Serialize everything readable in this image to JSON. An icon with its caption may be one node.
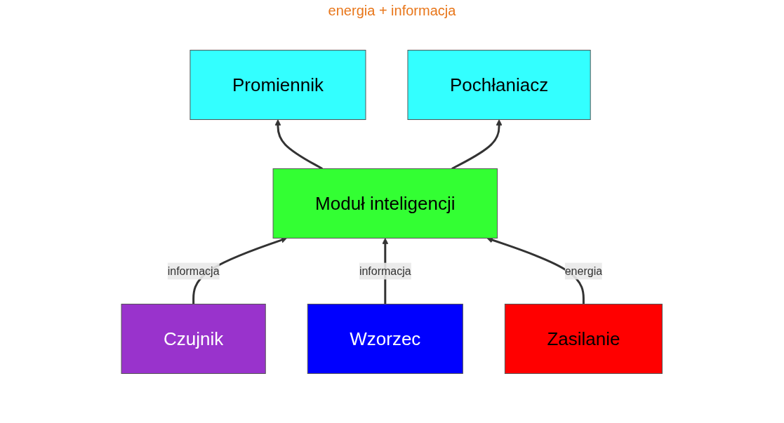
{
  "diagram": {
    "nodes": [
      {
        "text": [
          "Promiennik"
        ]
      },
      {
        "text": [
          "Pochłaniacz"
        ]
      },
      {
        "text": [
          "Czujnik"
        ]
      },
      {
        "text": [
          "Moduł inteligencji"
        ]
      },
      {
        "text": [
          "Wzorzec"
        ]
      },
      {
        "text": [
          "Zasilanie"
        ]
      }
    ],
    "edges": [
      {
        "from": 3,
        "to": 0,
        "arrow": "to"
      },
      {
        "from": 3,
        "to": 1,
        "arrow": "to"
      },
      {
        "from": 2,
        "to": 3,
        "label": "informacja",
        "arrow": "to"
      },
      {
        "from": 4,
        "to": 3,
        "label": "informacja",
        "arrow": "to"
      },
      {
        "from": 5,
        "to": 3,
        "label": "energia",
        "arrow": "to"
      }
    ],
    "labels": [
      "energia + informacja"
    ]
  }
}
